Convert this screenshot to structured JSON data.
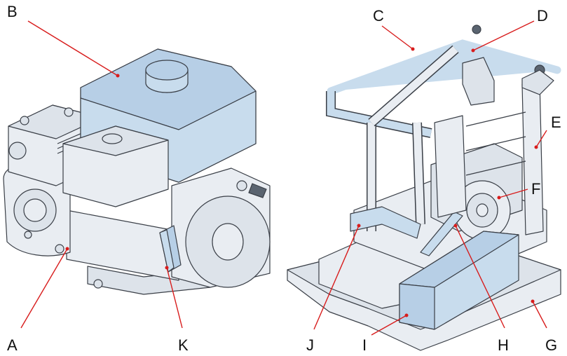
{
  "diagram": {
    "labels": {
      "A": "A",
      "B": "B",
      "C": "C",
      "D": "D",
      "E": "E",
      "F": "F",
      "G": "G",
      "H": "H",
      "I": "I",
      "J": "J",
      "K": "K"
    }
  },
  "colors": {
    "highlight_blue": "#c8dced",
    "part_grey": "#e9edf2",
    "outline": "#3a3f47",
    "leader_red": "#d81c1c"
  }
}
